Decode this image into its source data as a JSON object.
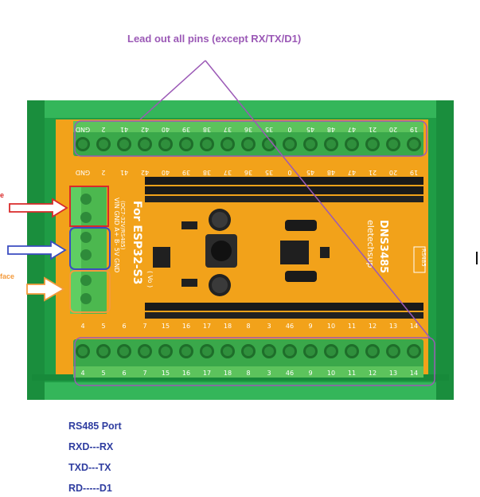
{
  "headline": "Lead out all pins (except RX/TX/D1)",
  "board": {
    "title_chip": "For ESP32-S3",
    "model": "DNS3485",
    "brand": "eletechsup",
    "input_range": "(DC7-32V/RS485)",
    "vo_label": "( Vo )",
    "rs485_badge": "RS485",
    "top_terminal_pins": [
      "GND",
      "2",
      "41",
      "42",
      "40",
      "39",
      "38",
      "37",
      "36",
      "35",
      "0",
      "45",
      "48",
      "47",
      "21",
      "20",
      "19"
    ],
    "top_header_pins": [
      "GND",
      "2",
      "41",
      "42",
      "40",
      "39",
      "38",
      "37",
      "36",
      "35",
      "0",
      "45",
      "48",
      "47",
      "21",
      "20",
      "19"
    ],
    "bottom_terminal_pins": [
      "4",
      "5",
      "6",
      "7",
      "15",
      "16",
      "17",
      "18",
      "8",
      "3",
      "46",
      "9",
      "10",
      "11",
      "12",
      "13",
      "14"
    ],
    "bottom_header_pins": [
      "4",
      "5",
      "6",
      "7",
      "15",
      "16",
      "17",
      "18",
      "8",
      "3",
      "46",
      "9",
      "10",
      "11",
      "12",
      "13",
      "14"
    ],
    "left_terminal_labels": [
      "VIN",
      "GND",
      "A+",
      "B-",
      "5V",
      "GND"
    ]
  },
  "side_labels": {
    "power": "e",
    "iface": "face"
  },
  "legend": [
    "RS485 Port",
    "RXD---RX",
    "TXD---TX",
    "RD-----D1"
  ],
  "colors": {
    "headline": "#9b59b6",
    "legend": "#2f3da0",
    "rail": "#1fa547",
    "pcb": "#f2a21a",
    "terminal": "#4cb84f",
    "header": "#1a1a1a",
    "power_box": "#d92a2a",
    "rs485_box": "#3b4cc0",
    "iface_box": "#f39a3c"
  }
}
